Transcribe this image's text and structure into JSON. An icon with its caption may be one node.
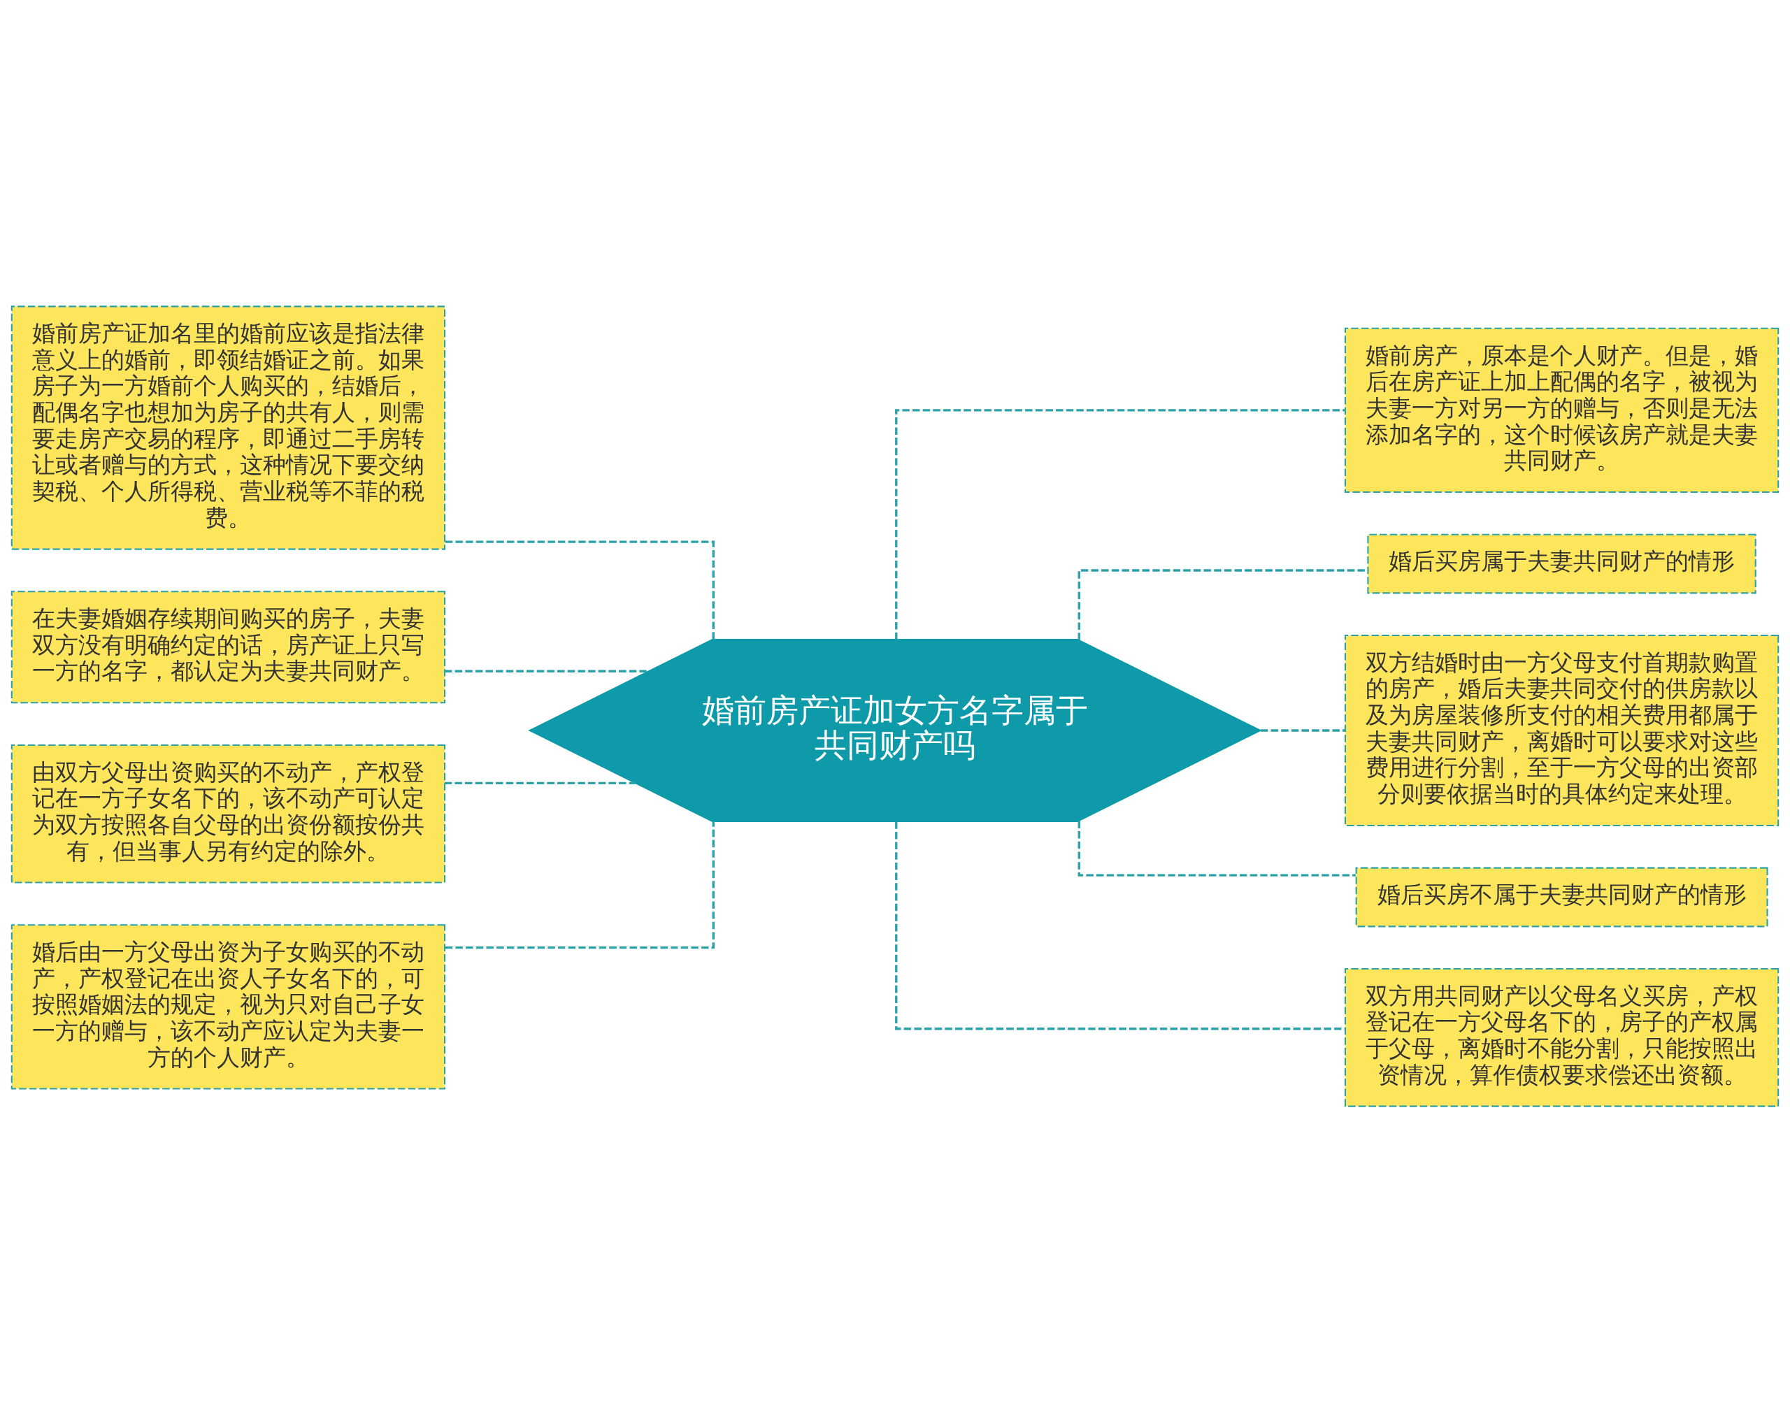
{
  "diagram": {
    "nodes": [
      {
        "text": [
          "婚前房产证加女方名字属于共同财产吗"
        ]
      },
      {
        "text": [
          "婚前房产证加名里的婚前应该是指法律意义上的婚前，即领结婚证之前。如果房子为一方婚前个人购买的，结婚后，配偶名字也想加为房子的共有人，则需要走房产交易的程序，即通过二手房转让或者赠与的方式，这种情况下要交纳契税、个人所得税、营业税等不菲的税费。"
        ]
      },
      {
        "text": [
          "在夫妻婚姻存续期间购买的房子，夫妻双方没有明确约定的话，房产证上只写一方的名字，都认定为夫妻共同财产。"
        ]
      },
      {
        "text": [
          "由双方父母出资购买的不动产，产权登记在一方子女名下的，该不动产可认定为双方按照各自父母的出资份额按份共有，但当事人另有约定的除外。"
        ]
      },
      {
        "text": [
          "婚后由一方父母出资为子女购买的不动产，产权登记在出资人子女名下的，可按照婚姻法的规定，视为只对自己子女一方的赠与，该不动产应认定为夫妻一方的个人财产。"
        ]
      },
      {
        "text": [
          "婚前房产，原本是个人财产。但是，婚后在房产证上加上配偶的名字，被视为夫妻一方对另一方的赠与，否则是无法添加名字的，这个时候该房产就是夫妻共同财产。"
        ]
      },
      {
        "text": [
          "婚后买房属于夫妻共同财产的情形"
        ]
      },
      {
        "text": [
          "双方结婚时由一方父母支付首期款购置的房产，婚后夫妻共同交付的供房款以及为房屋装修所支付的相关费用都属于夫妻共同财产，离婚时可以要求对这些费用进行分割，至于一方父母的出资部分则要依据当时的具体约定来处理。"
        ]
      },
      {
        "text": [
          "婚后买房不属于夫妻共同财产的情形"
        ]
      },
      {
        "text": [
          "双方用共同财产以父母名义买房，产权登记在一方父母名下的，房子的产权属于父母，离婚时不能分割，只能按照出资情况，算作债权要求偿还出资额。"
        ]
      }
    ],
    "edges": [
      {
        "from": 0,
        "to": 1,
        "arrow": "none",
        "style": "dashed"
      },
      {
        "from": 0,
        "to": 2,
        "arrow": "none",
        "style": "dashed"
      },
      {
        "from": 0,
        "to": 3,
        "arrow": "none",
        "style": "dashed"
      },
      {
        "from": 0,
        "to": 4,
        "arrow": "none",
        "style": "dashed"
      },
      {
        "from": 0,
        "to": 5,
        "arrow": "none",
        "style": "dashed"
      },
      {
        "from": 0,
        "to": 6,
        "arrow": "none",
        "style": "dashed"
      },
      {
        "from": 0,
        "to": 7,
        "arrow": "none",
        "style": "dashed"
      },
      {
        "from": 0,
        "to": 8,
        "arrow": "none",
        "style": "dashed"
      },
      {
        "from": 0,
        "to": 9,
        "arrow": "none",
        "style": "dashed"
      }
    ]
  }
}
